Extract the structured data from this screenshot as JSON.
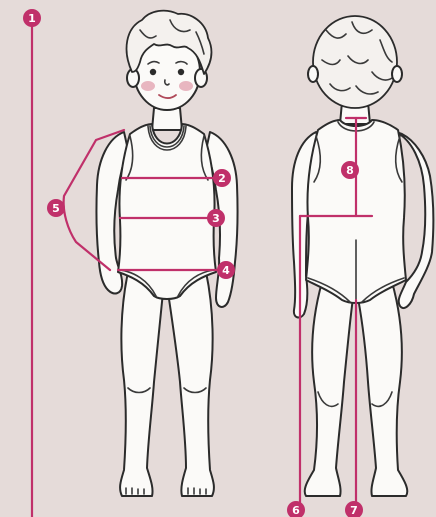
{
  "markers": [
    {
      "id": "1"
    },
    {
      "id": "2"
    },
    {
      "id": "3"
    },
    {
      "id": "4"
    },
    {
      "id": "5"
    },
    {
      "id": "6"
    },
    {
      "id": "7"
    },
    {
      "id": "8"
    }
  ],
  "colors": {
    "background": "#e5dbd9",
    "accent": "#c0306a",
    "outline": "#2b2b2b",
    "figure_fill": "#fbfaf8"
  }
}
